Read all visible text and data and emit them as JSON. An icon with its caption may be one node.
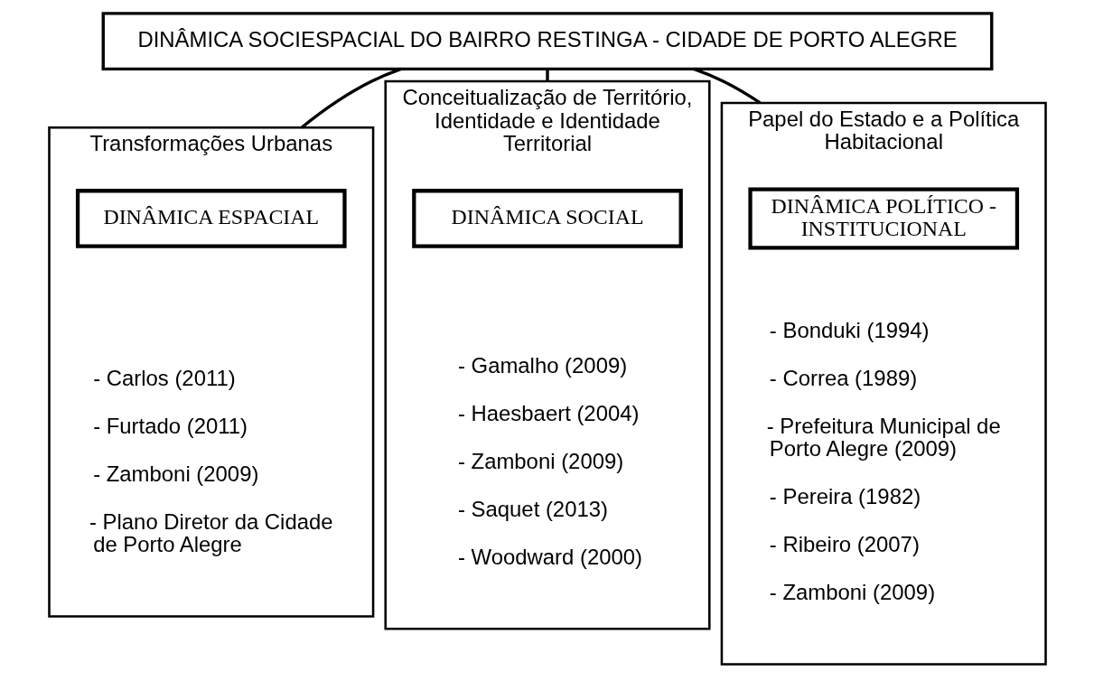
{
  "diagram": {
    "nodes": [
      {
        "text": [
          "DINÂMICA SOCIESPACIAL DO BAIRRO RESTINGA - CIDADE DE PORTO ALEGRE"
        ]
      },
      {
        "text": [
          "Transformações Urbanas",
          "- Carlos (2011)",
          "- Furtado (2011)",
          "- Zamboni (2009)",
          "- Plano Diretor da Cidade de Porto Alegre"
        ]
      },
      {
        "text": [
          "DINÂMICA ESPACIAL"
        ],
        "in": 1
      },
      {
        "text": [
          "Conceitualização de Território, Identidade e Identidade Territorial",
          "- Gamalho (2009)",
          "- Haesbaert (2004)",
          "- Zamboni (2009)",
          "- Saquet (2013)",
          "- Woodward (2000)"
        ]
      },
      {
        "text": [
          "DINÂMICA SOCIAL"
        ],
        "in": 3
      },
      {
        "text": [
          "Papel do Estado e a Política Habitacional",
          "- Bonduki (1994)",
          "- Correa (1989)",
          "- Prefeitura Municipal de Porto Alegre (2009)",
          "- Pereira (1982)",
          "- Ribeiro (2007)",
          "- Zamboni (2009)"
        ]
      },
      {
        "text": [
          "DINÂMICA POLÍTICO - INSTITUCIONAL"
        ],
        "in": 5
      }
    ],
    "edges": [
      {
        "from": 0,
        "to": 1,
        "arrow": "none"
      },
      {
        "from": 0,
        "to": 3,
        "arrow": "none"
      },
      {
        "from": 0,
        "to": 5,
        "arrow": "none"
      }
    ]
  }
}
